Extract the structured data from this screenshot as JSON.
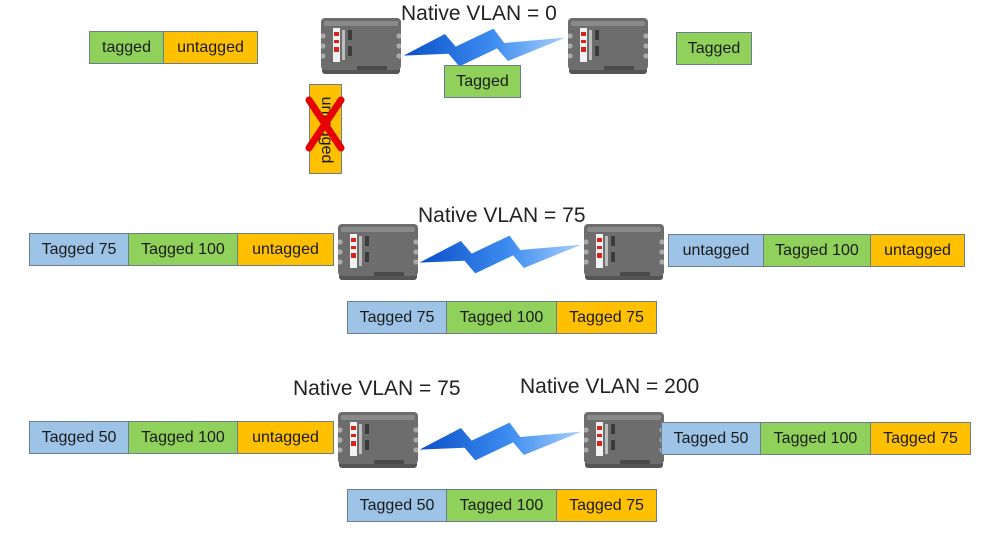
{
  "colors": {
    "tagged_vlan_blue": "#9dc3e6",
    "tagged_green": "#8fd15a",
    "untagged_orange": "#ffc000",
    "reject_mark_red": "#e60000",
    "link_blue": "#1f6fe0",
    "device_gray": "#6d6d6d"
  },
  "diagram1": {
    "native_vlan_label": "Native VLAN = 0",
    "left_frame": [
      "tagged",
      "untagged"
    ],
    "link_frame": [
      "Tagged"
    ],
    "right_frame": [
      "Tagged"
    ],
    "dropped_frame": "untagged",
    "dropped_mark": "close-icon"
  },
  "diagram2": {
    "native_vlan_label": "Native VLAN = 75",
    "left_frame": [
      "Tagged 75",
      "Tagged 100",
      "untagged"
    ],
    "link_frame": [
      "Tagged 75",
      "Tagged 100",
      "Tagged 75"
    ],
    "right_frame": [
      "untagged",
      "Tagged 100",
      "untagged"
    ]
  },
  "diagram3": {
    "native_vlan_left_label": "Native VLAN = 75",
    "native_vlan_right_label": "Native VLAN = 200",
    "left_frame": [
      "Tagged 50",
      "Tagged 100",
      "untagged"
    ],
    "link_frame": [
      "Tagged 50",
      "Tagged 100",
      "Tagged 75"
    ],
    "right_frame": [
      "Tagged 50",
      "Tagged 100",
      "Tagged 75"
    ]
  }
}
